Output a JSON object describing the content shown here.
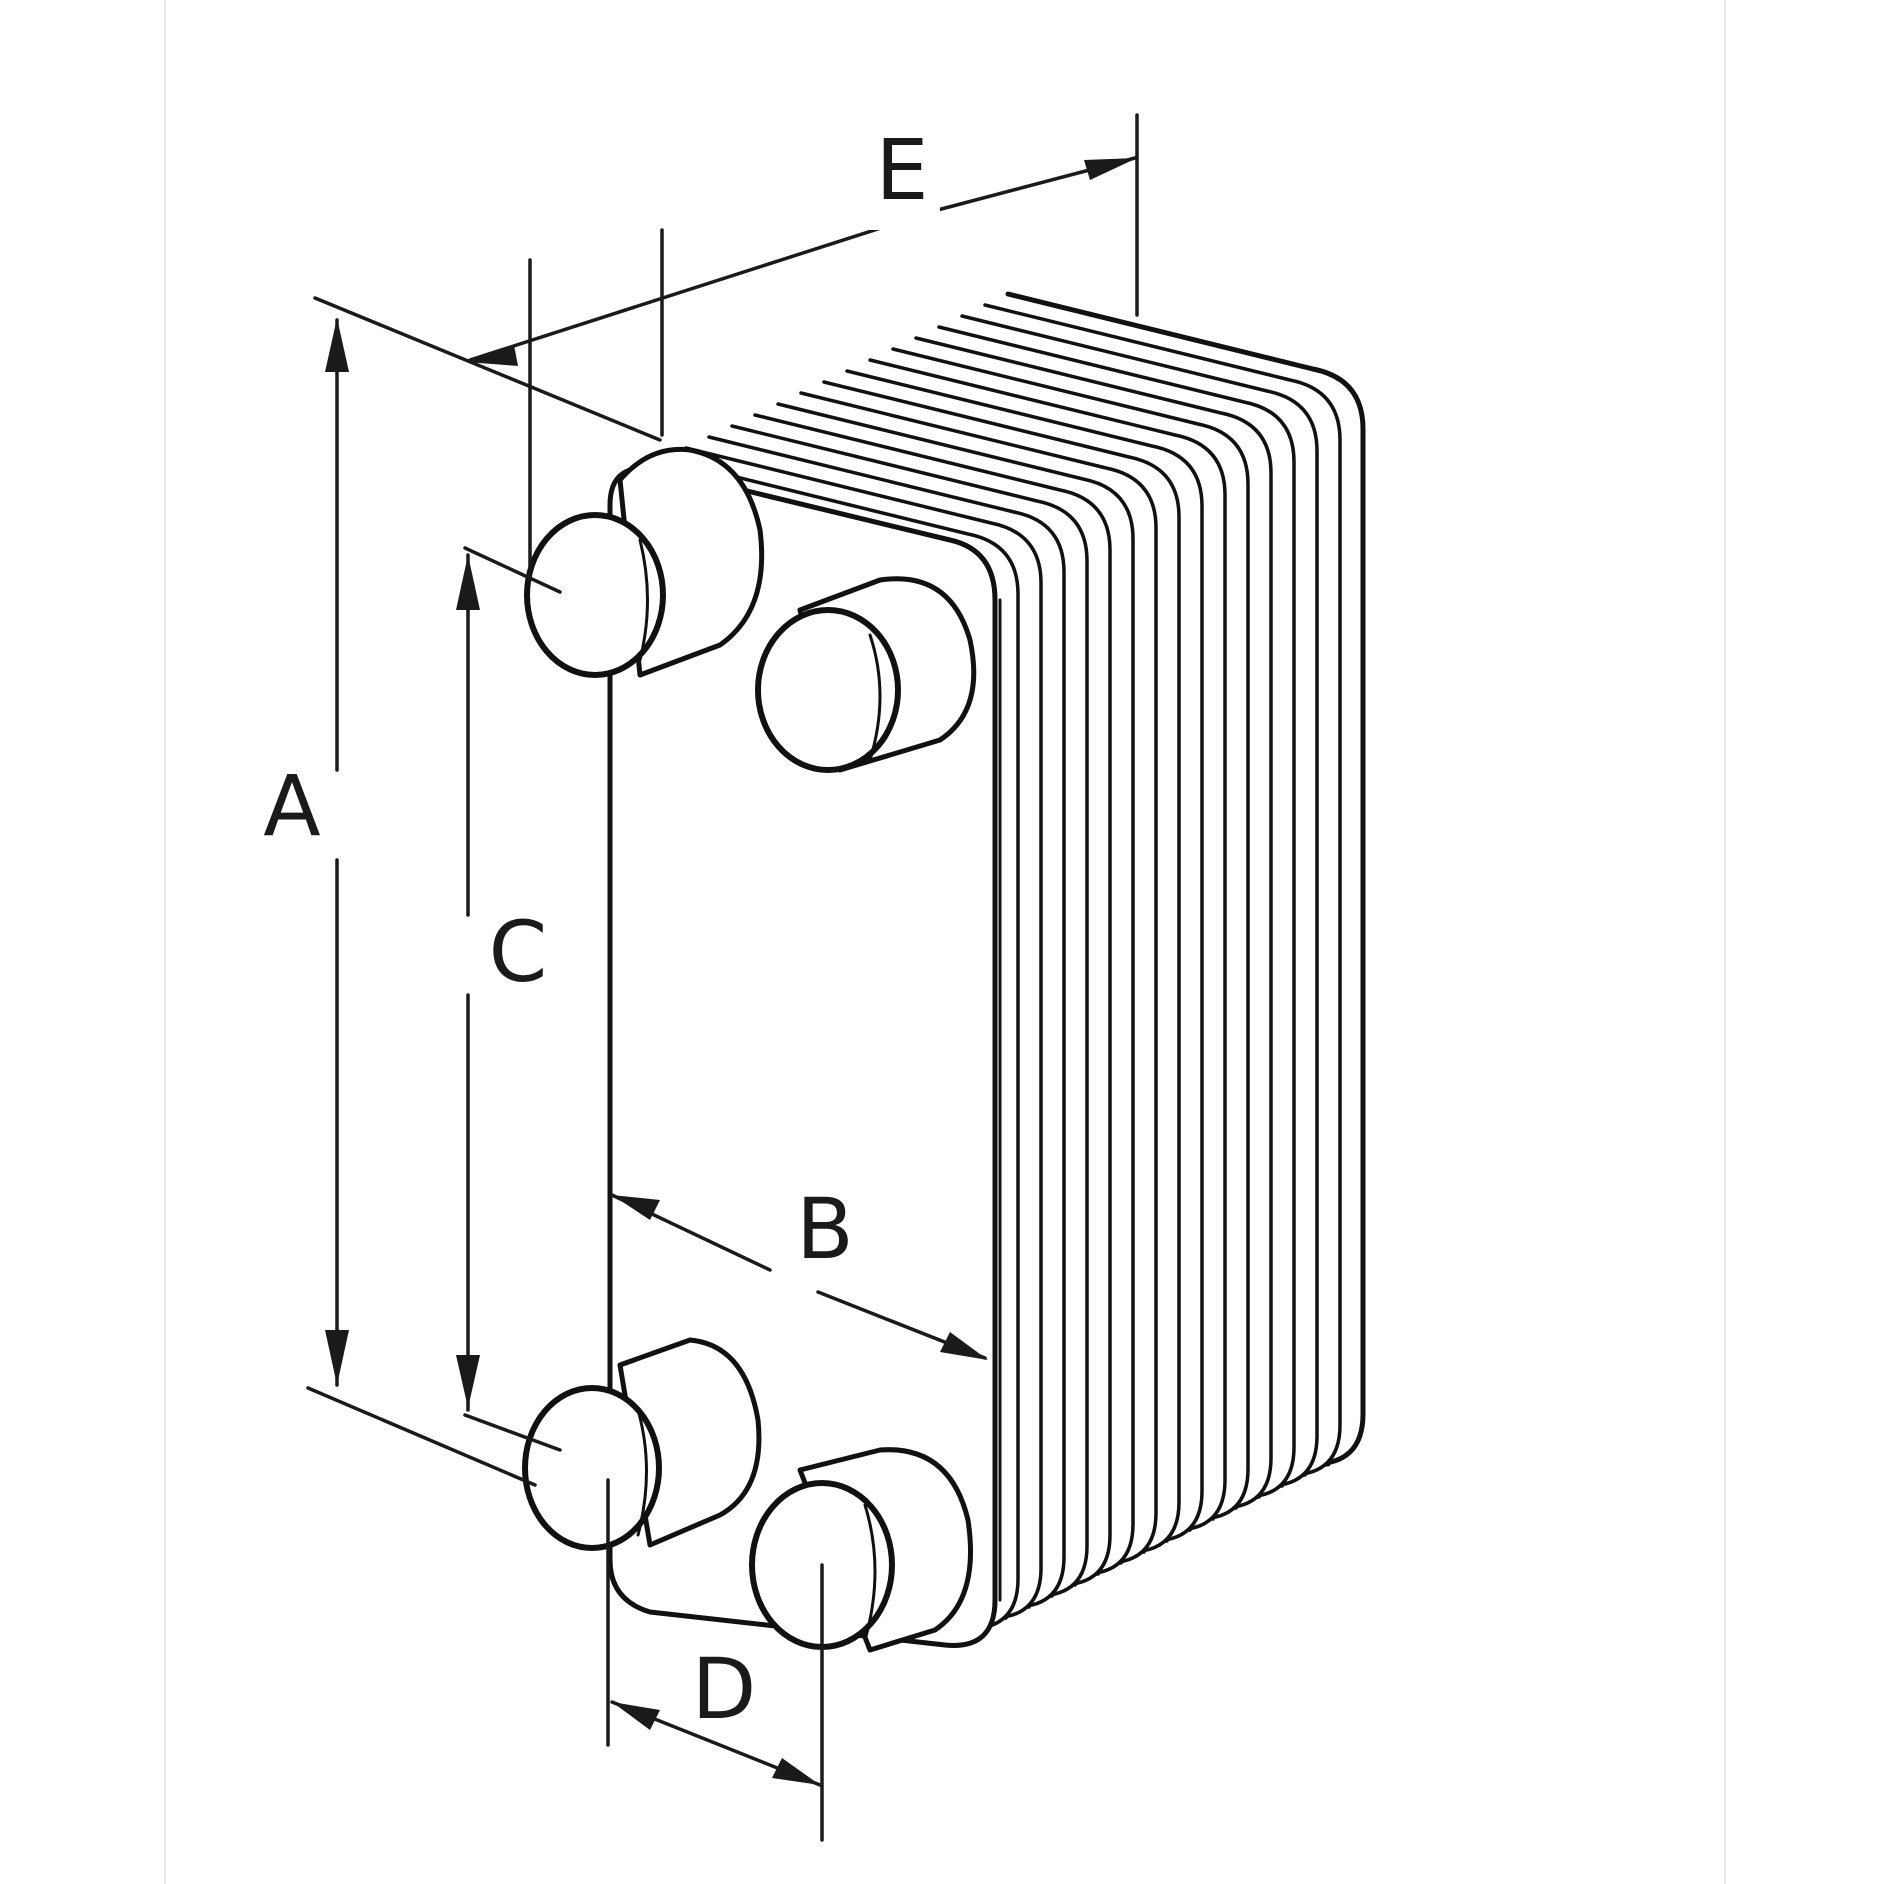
{
  "dimensions": {
    "a": {
      "label": "A"
    },
    "b": {
      "label": "B"
    },
    "c": {
      "label": "C"
    },
    "d": {
      "label": "D"
    },
    "e": {
      "label": "E"
    }
  },
  "colors": {
    "line": "#111111",
    "background": "#ffffff"
  }
}
